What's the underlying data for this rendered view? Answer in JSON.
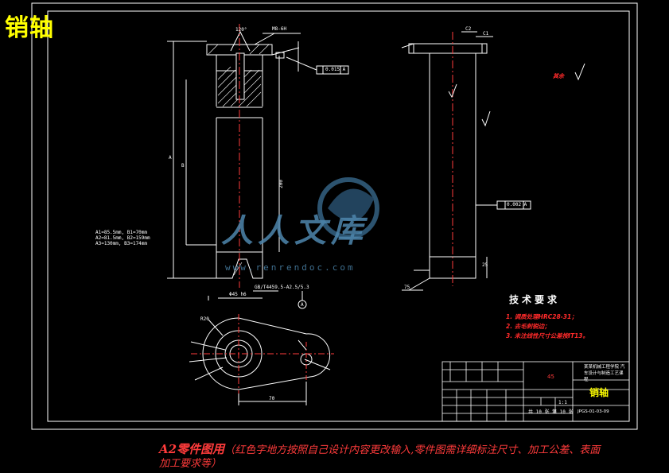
{
  "title": "销轴",
  "technical_requirements": {
    "heading": "技术要求",
    "items": [
      "1. 调质处理HRC28-31；",
      "2. 去毛刺锐边；",
      "3. 未注线性尺寸公差按IT13。"
    ]
  },
  "footer": {
    "prefix": "A2零件图用",
    "body": "（红色字地方按照自己设计内容更改输入,零件图需详细标注尺寸、加工公差、表面加工要求等）"
  },
  "watermark": {
    "text": "人人文库",
    "url": "www.renrendoc.com"
  },
  "annotations": {
    "thread": "M8-6H",
    "angle": "120°",
    "flatness": "0.015 A",
    "runout": "0.002 A",
    "chamfer_c2": "C2",
    "chamfer_c1": "C1",
    "dim_200": "200",
    "dim_a": "A",
    "dim_b": "B",
    "dim_phi": "Φ45 h6",
    "dim_25": "25",
    "dim_75": "75",
    "gb": "GB/T4459.5-A2.5/5.3",
    "datum": "A",
    "dim_70": "70",
    "dim_r20": "R20",
    "roughness_other": "其余",
    "shaft_table": [
      "A1=85.5mm, B1=70mm",
      "A2=81.5mm, B2=159mm",
      "A3=130mm, B3=174mm"
    ]
  },
  "title_block": {
    "part_name": "销轴",
    "material": "45",
    "school": "某某机械工程学院 汽车设计与制造工艺课程",
    "drawing_code": "JPGS-01-03-09",
    "scale": "1:1",
    "sheet": "共 10 张 第 10 张"
  },
  "colors": {
    "line": "#ffffff",
    "center": "#ff3b3b",
    "accent": "#ffff00",
    "watermark": "#4e86ad"
  }
}
